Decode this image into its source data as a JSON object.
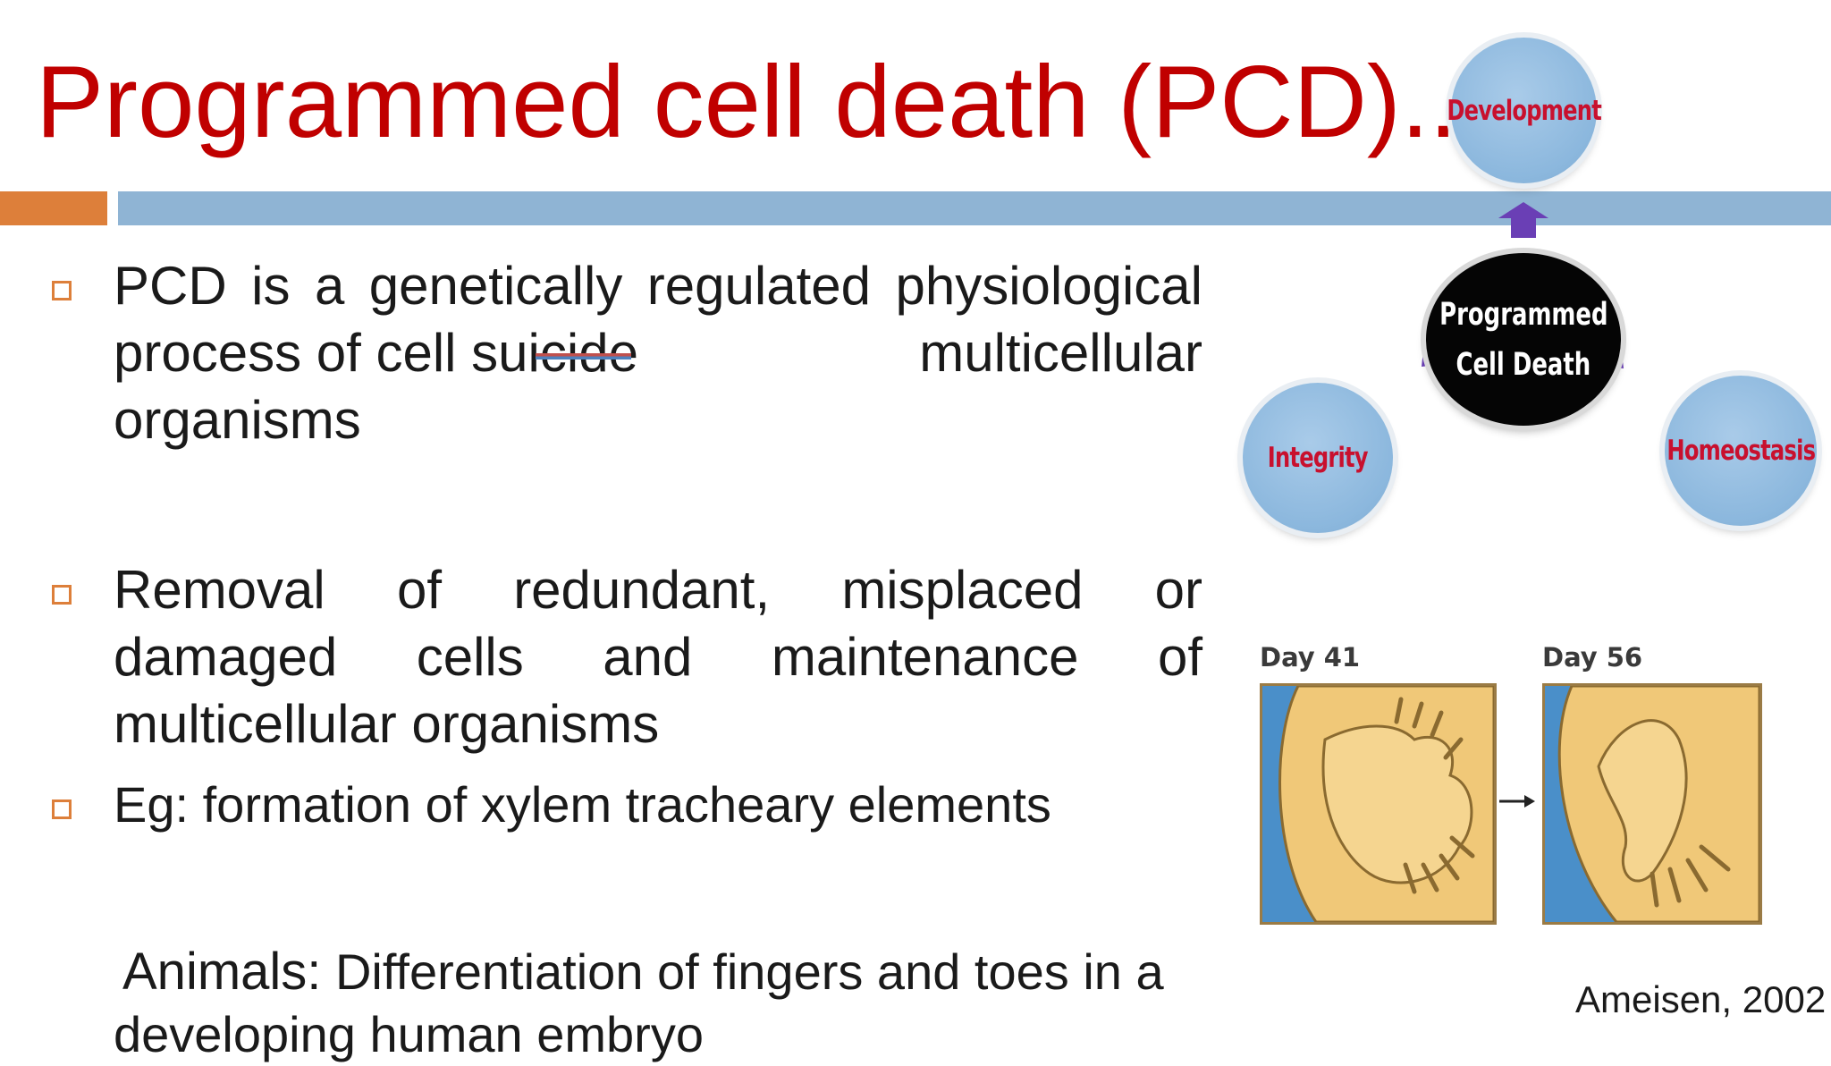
{
  "title": "Programmed cell death (PCD)..",
  "bullets": [
    {
      "line1": "PCD is a genetically regulated physiological",
      "line2a": "process of cell su",
      "line2b": "icide",
      "line2c": "multicellular",
      "line3": "organisms"
    },
    {
      "text": "Removal of redundant, misplaced or damaged cells and maintenance of multicellular organisms"
    },
    {
      "text": "Eg: formation of xylem tracheary elements"
    }
  ],
  "animals": {
    "label": "Animals:",
    "text": " Differentiation of fingers and toes in a",
    "line2": "developing human embryo"
  },
  "diagram": {
    "center_line1": "Programmed",
    "center_line2": "Cell Death",
    "top": "Development",
    "left": "Integrity",
    "right": "Homeostasis",
    "arrow_color": "#6a3fb5"
  },
  "embryo": {
    "day_a": "Day 41",
    "day_b": "Day 56"
  },
  "citation": "Ameisen, 2002",
  "colors": {
    "title": "#c00000",
    "accent_orange": "#dd7f3a",
    "accent_blue": "#8fb4d4"
  }
}
